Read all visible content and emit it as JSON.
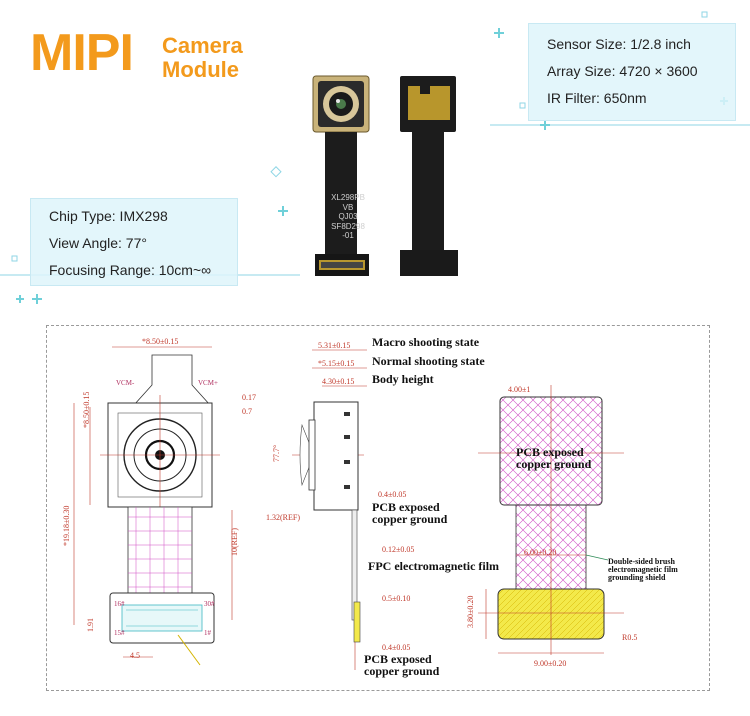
{
  "header": {
    "title_main": "MIPI",
    "title_line1": "Camera",
    "title_line2": "Module"
  },
  "specs_right": [
    "Sensor Size: 1/2.8 inch",
    "Array Size: 4720 × 3600",
    "IR Filter: 650nm"
  ],
  "specs_left": [
    "Chip Type: IMX298",
    "View Angle: 77°",
    "Focusing Range: 10cm~∞"
  ],
  "module_print": [
    "XL298PB",
    "VB",
    "QJ03",
    "SF8D298",
    "-01"
  ],
  "drawing": {
    "side_labels": {
      "macro": "Macro shooting state",
      "normal": "Normal shooting state",
      "body": "Body height",
      "pcb1_l1": "PCB exposed",
      "pcb1_l2": "copper ground",
      "fpc": "FPC electromagnetic film",
      "pcb2_l1": "PCB exposed",
      "pcb2_l2": "copper ground"
    },
    "back_labels": {
      "pcb_l1": "PCB exposed",
      "pcb_l2": "copper ground",
      "shield_l1": "Double-sided brush",
      "shield_l2": "electromagnetic film",
      "shield_l3": "grounding shield"
    },
    "dims_side": {
      "d1": "5.31±0.15",
      "d2": "*5.15±0.15",
      "d3": "4.30±0.15",
      "d4": "0.4±0.05",
      "d5": "0.12±0.05",
      "d6": "0.5±0.10",
      "d7": "0.4±0.05",
      "ref": "1.32(REF)",
      "angle": "77.7°"
    },
    "dims_front": {
      "top": "*8.50±0.15",
      "vert1": "*8.50±0.15",
      "vert2": "*19.18±0.30",
      "ref": "10(REF)",
      "bottom": "4.5",
      "left_small": "1.91",
      "r1": "0.17",
      "r2": "0.7",
      "vcm_l": "VCM-",
      "vcm_r": "VCM+",
      "pin16": "16#",
      "pin30": "30#",
      "pin15": "15#",
      "pin1": "1#"
    },
    "dims_back": {
      "top": "4.00±1",
      "mid": "6.00±0.20",
      "left": "3.80±0.20",
      "bottom": "9.00±0.20",
      "corner": "R0.5"
    }
  },
  "colors": {
    "title": "#f39a1c",
    "card": "#def4fa",
    "dim": "#c0392b",
    "magenta": "#d04cc4",
    "yellow": "#f3e94a",
    "cyan": "#6fd0d9"
  }
}
